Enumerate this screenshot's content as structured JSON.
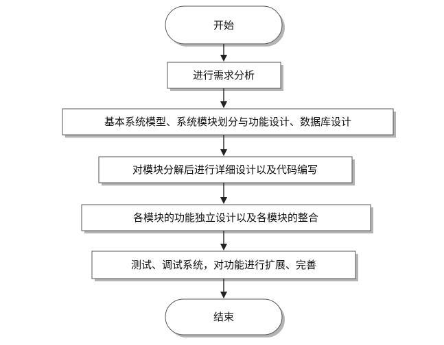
{
  "flowchart": {
    "start": "开始",
    "steps": [
      "进行需求分析",
      "基本系统模型、系统模块划分与功能设计、数据库设计",
      "对模块分解后进行详细设计以及代码编写",
      "各模块的功能独立设计以及各模块的整合",
      "测试、调试系统，对功能进行扩展、完善"
    ],
    "end": "结束"
  }
}
